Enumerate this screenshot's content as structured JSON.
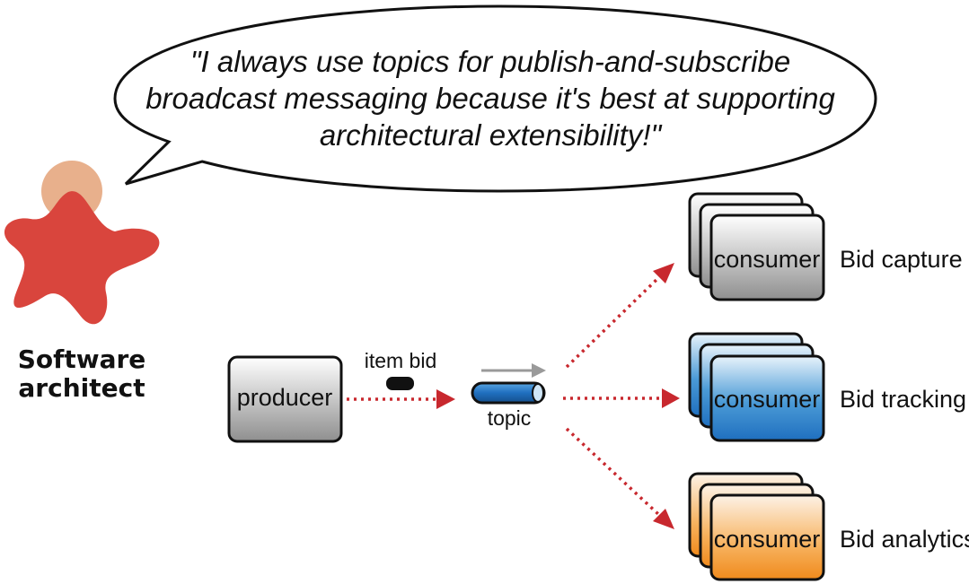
{
  "quote": {
    "lines": [
      "\"I always use topics for publish-and-subscribe",
      "broadcast messaging because it's best at supporting",
      "architectural extensibility!\""
    ]
  },
  "actor": {
    "icon": "software-architect-icon",
    "name_lines": [
      "Software",
      "architect"
    ]
  },
  "producer": {
    "label": "producer"
  },
  "message": {
    "label": "item bid"
  },
  "topic": {
    "label": "topic"
  },
  "consumers": [
    {
      "label": "consumer",
      "name": "Bid capture",
      "color": "#9a9a9a"
    },
    {
      "label": "consumer",
      "name": "Bid tracking",
      "color": "#2f86c8"
    },
    {
      "label": "consumer",
      "name": "Bid analytics",
      "color": "#f39a2e"
    }
  ],
  "colors": {
    "flow_arrow": "#c8282e",
    "actor": "#d9453d",
    "actor_head": "#e8b08c",
    "topic_pipe": "#1f6fbf"
  }
}
